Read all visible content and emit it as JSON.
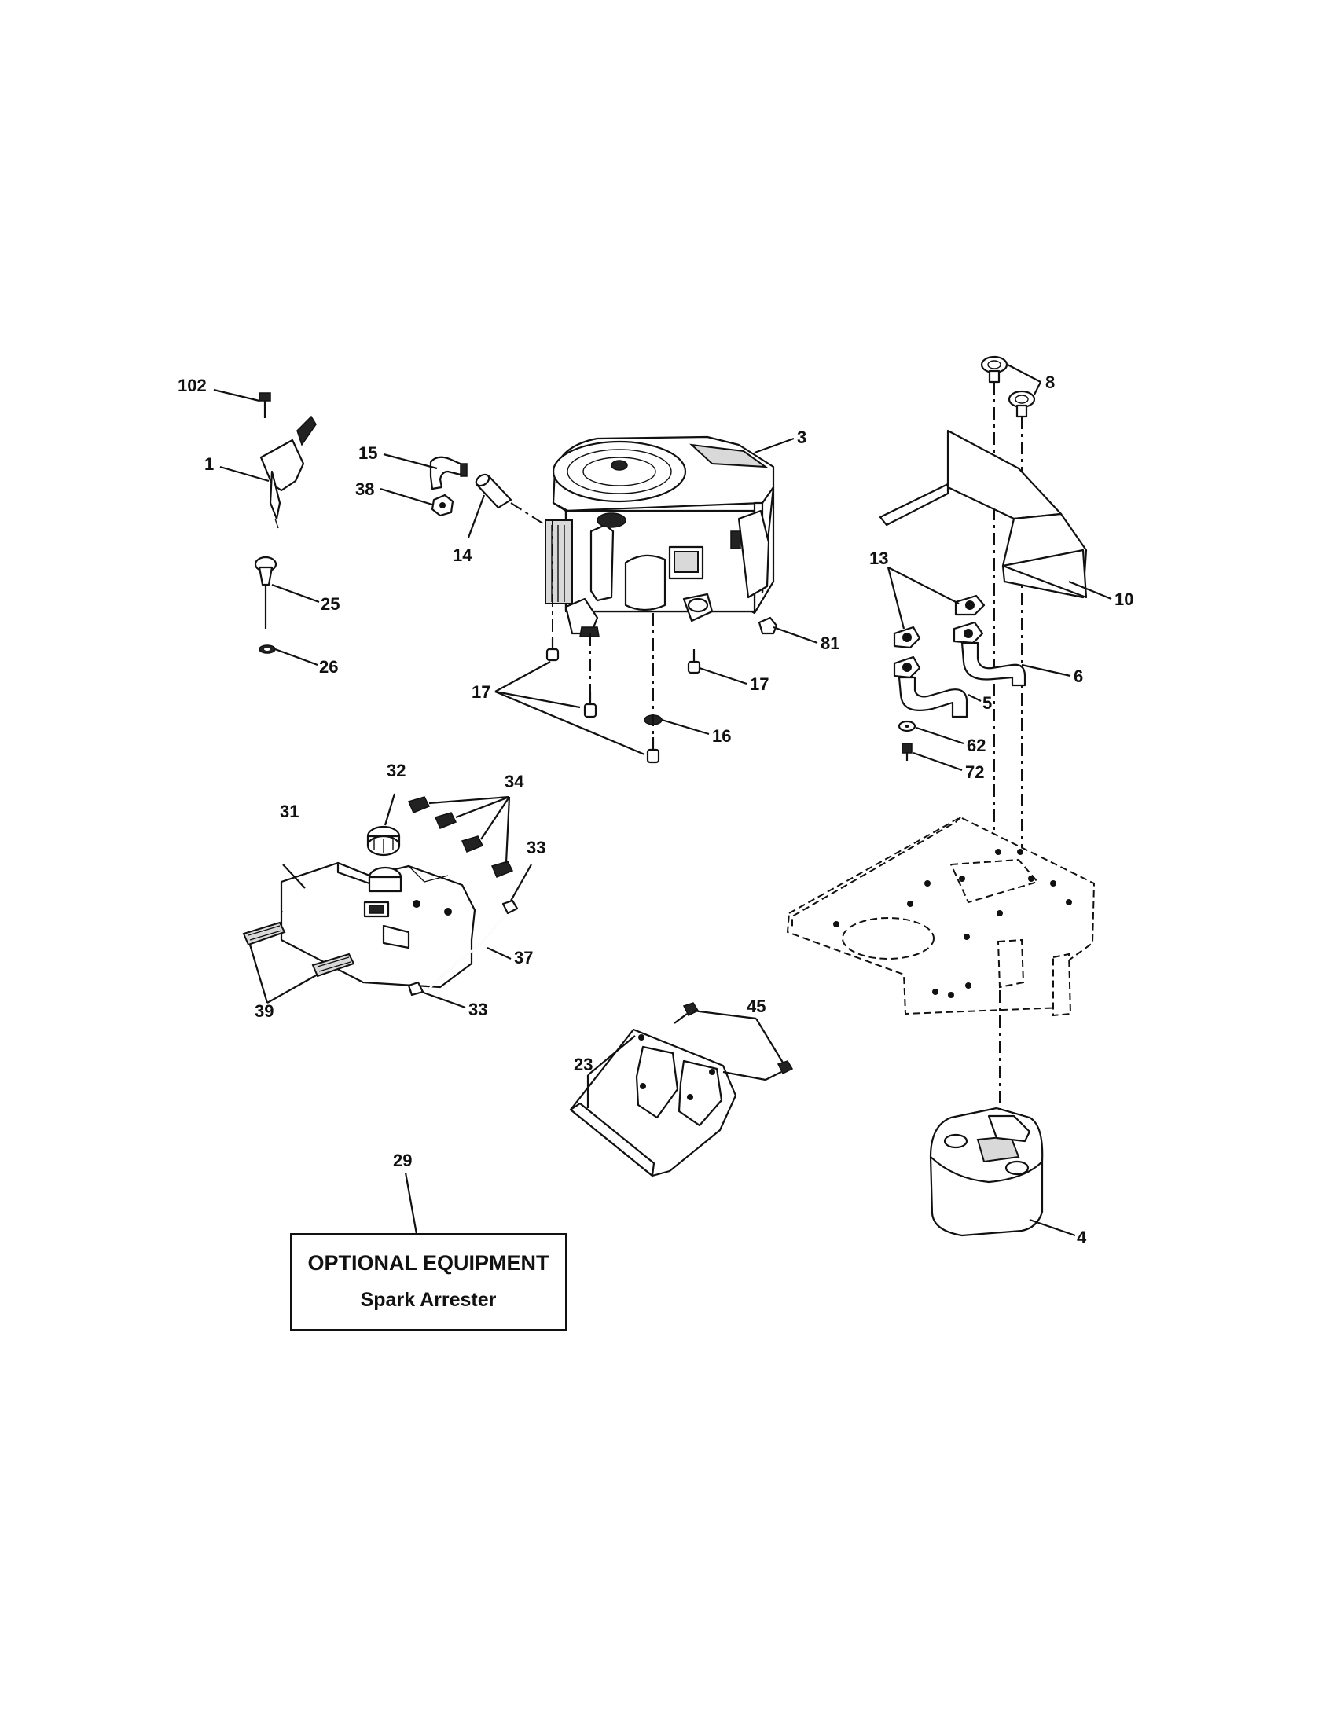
{
  "callouts": {
    "c102": "102",
    "c1": "1",
    "c25": "25",
    "c26": "26",
    "c15": "15",
    "c38": "38",
    "c14": "14",
    "c3": "3",
    "c81": "81",
    "c17a": "17",
    "c17b": "17",
    "c16": "16",
    "c8": "8",
    "c10": "10",
    "c13": "13",
    "c6": "6",
    "c5": "5",
    "c62": "62",
    "c72": "72",
    "c32": "32",
    "c34": "34",
    "c31": "31",
    "c33a": "33",
    "c33b": "33",
    "c37": "37",
    "c39": "39",
    "c45": "45",
    "c23": "23",
    "c29": "29",
    "c4": "4"
  },
  "optional_box": {
    "title": "OPTIONAL EQUIPMENT",
    "subtitle": "Spark Arrester"
  }
}
